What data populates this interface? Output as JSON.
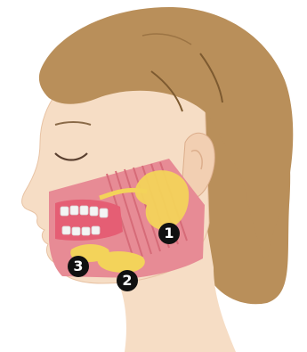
{
  "markers": [
    {
      "label": "1",
      "gland": "parotid-gland"
    },
    {
      "label": "2",
      "gland": "submandibular-gland"
    },
    {
      "label": "3",
      "gland": "sublingual-gland"
    }
  ],
  "colors": {
    "hair": "#b98f5a",
    "hair_dark": "#9c7444",
    "skin": "#f6ddc5",
    "skin_shadow": "#eccbb0",
    "muscle": "#e78b95",
    "muscle_dark": "#d66b78",
    "gland": "#f3d35a",
    "gum": "#e55e74",
    "tooth": "#f4f4f4",
    "marker": "#111111"
  }
}
